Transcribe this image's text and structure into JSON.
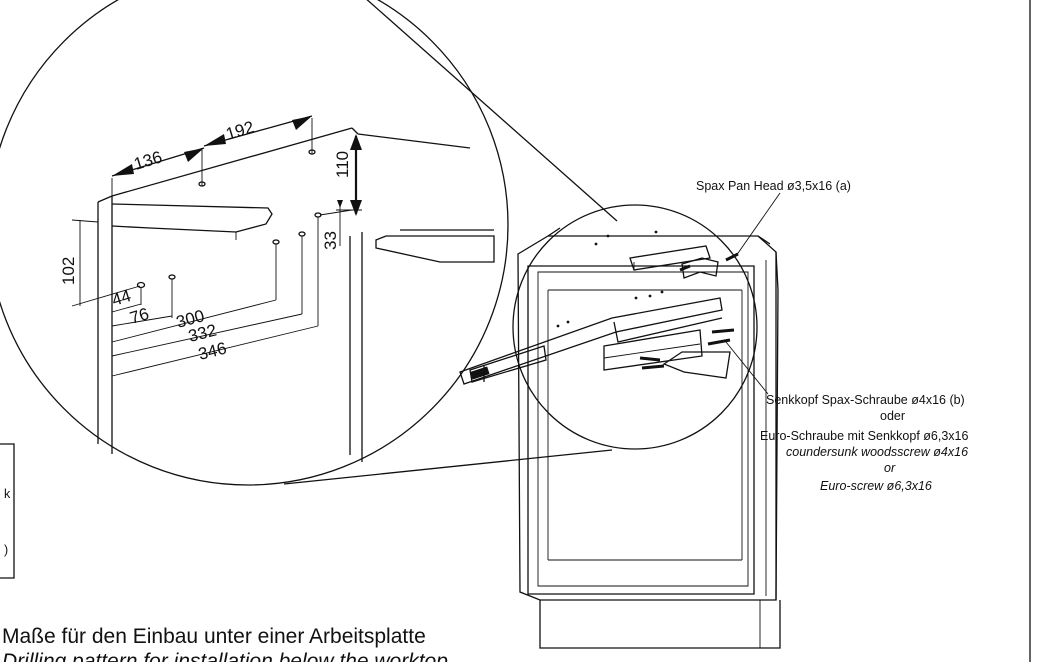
{
  "dimensions": {
    "d136": "136",
    "d192": "192",
    "d110": "110",
    "d102": "102",
    "d33": "33",
    "d44": "44",
    "d76": "76",
    "d300": "300",
    "d332": "332",
    "d346": "346"
  },
  "labels": {
    "spax_pan_head": "Spax Pan Head ø3,5x16 (a)",
    "senkkopf_spax": "Senkkopf Spax-Schraube ø4x16 (b)",
    "oder": "oder",
    "euro_schraube": "Euro-Schraube mit Senkkopf ø6,3x16",
    "countersunk": "coundersunk woodsscrew ø4x16",
    "or": "or",
    "euro_screw": "Euro-screw ø6,3x16"
  },
  "caption": {
    "de": "Maße für den Einbau unter einer Arbeitsplatte",
    "en": "Drilling pattern for installation below the worktop"
  },
  "side_box": {
    "glyph_1": "k",
    "glyph_2": ")"
  }
}
